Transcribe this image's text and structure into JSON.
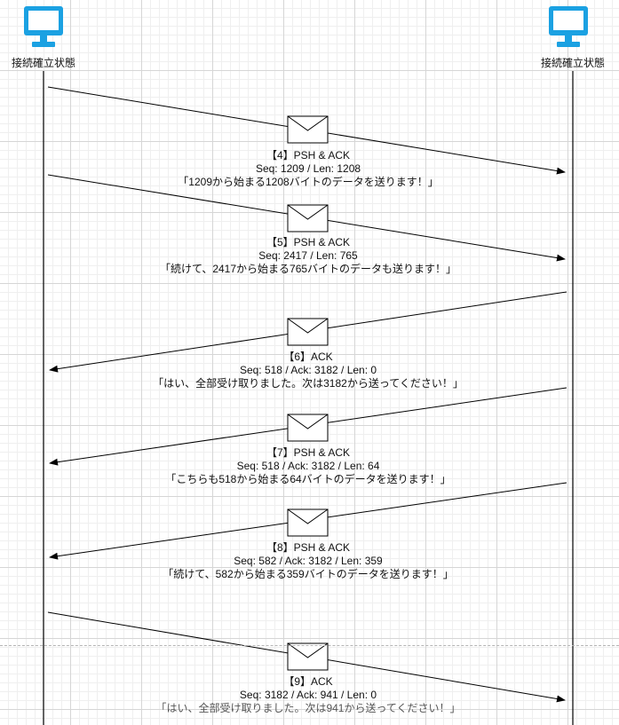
{
  "nodes": [
    {
      "label": "接続確立状態",
      "icon": "monitor-icon",
      "color": "#1ba1e2"
    },
    {
      "label": "接続確立状態",
      "icon": "monitor-icon",
      "color": "#1ba1e2"
    }
  ],
  "messages": [
    {
      "direction": "right",
      "title": "【4】PSH & ACK",
      "seq": "Seq: 1209 / Len: 1208",
      "quote": "「1209から始まる1208バイトのデータを送ります！」"
    },
    {
      "direction": "right",
      "title": "【5】PSH & ACK",
      "seq": "Seq: 2417 / Len: 765",
      "quote": "「続けて、2417から始まる765バイトのデータも送ります！」"
    },
    {
      "direction": "left",
      "title": "【6】ACK",
      "seq": "Seq: 518 / Ack: 3182 / Len: 0",
      "quote": "「はい、全部受け取りました。次は3182から送ってください！」"
    },
    {
      "direction": "left",
      "title": "【7】PSH & ACK",
      "seq": "Seq: 518 / Ack: 3182 / Len: 64",
      "quote": "「こちらも518から始まる64バイトのデータを送ります！」"
    },
    {
      "direction": "left",
      "title": "【8】PSH & ACK",
      "seq": "Seq: 582 / Ack: 3182 / Len: 359",
      "quote": "「続けて、582から始まる359バイトのデータを送ります！」"
    },
    {
      "direction": "right",
      "title": "【9】ACK",
      "seq": "Seq: 3182 / Ack: 941 / Len: 0",
      "quote": "「はい、全部受け取りました。次は941から送ってください！」"
    }
  ]
}
